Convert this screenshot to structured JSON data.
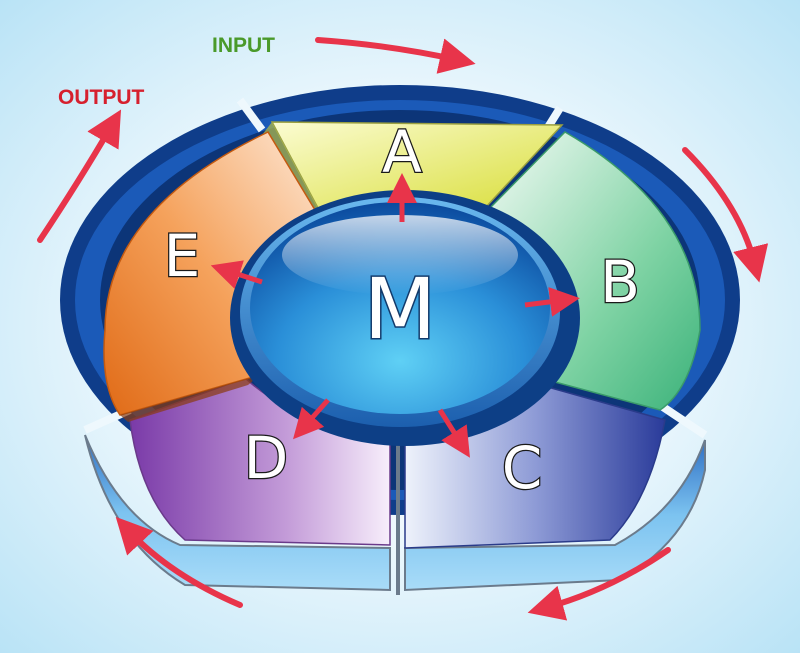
{
  "labels": {
    "input": "INPUT",
    "output": "OUTPUT"
  },
  "center": {
    "letter": "M"
  },
  "segments": [
    {
      "letter": "A",
      "color": "#eef08a"
    },
    {
      "letter": "B",
      "color": "#5ec98f"
    },
    {
      "letter": "C",
      "color": "#3a4fa8"
    },
    {
      "letter": "D",
      "color": "#8a4bb0"
    },
    {
      "letter": "E",
      "color": "#f08a3a"
    }
  ],
  "colors": {
    "ring": "#0e3f8c",
    "hub": "#2f8fd8",
    "arrow": "#e8344a",
    "input_label": "#4a9a2a",
    "output_label": "#d6202e"
  }
}
